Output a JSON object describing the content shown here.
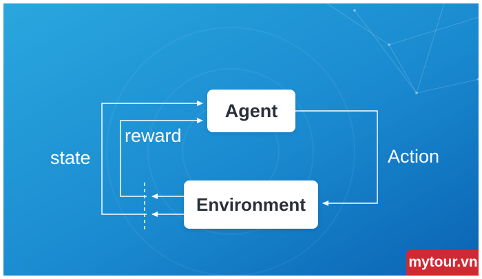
{
  "diagram": {
    "nodes": {
      "agent": "Agent",
      "environment": "Environment"
    },
    "edges": {
      "state": "state",
      "reward": "reward",
      "action": "Action"
    }
  },
  "watermark": "mytour.vn",
  "colors": {
    "background_light": "#2aa7de",
    "background_dark": "#0a63b3",
    "line": "#ffffff",
    "box_text": "#2b2f3a",
    "watermark_bg": "#cf2a33"
  }
}
